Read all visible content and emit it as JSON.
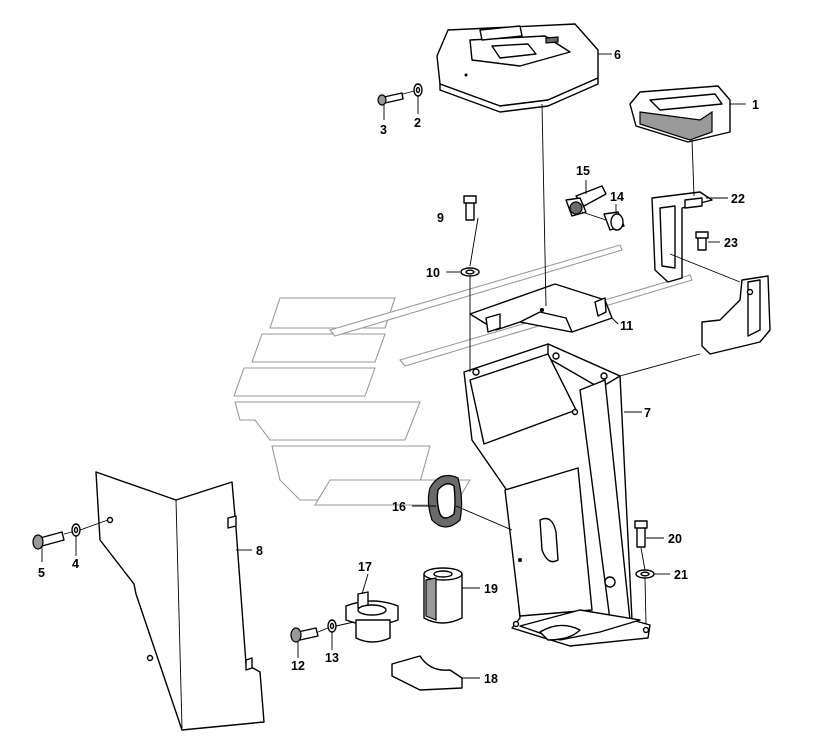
{
  "callouts": {
    "c1": "1",
    "c2": "2",
    "c3": "3",
    "c4": "4",
    "c5": "5",
    "c6": "6",
    "c7": "7",
    "c8": "8",
    "c9": "9",
    "c10": "10",
    "c11": "11",
    "c12": "12",
    "c13": "13",
    "c14": "14",
    "c15": "15",
    "c16": "16",
    "c17": "17",
    "c18": "18",
    "c19": "19",
    "c20": "20",
    "c21": "21",
    "c22": "22",
    "c23": "23"
  },
  "colors": {
    "line": "#000000",
    "watermark": "#9a9a9a",
    "background": "#ffffff"
  }
}
